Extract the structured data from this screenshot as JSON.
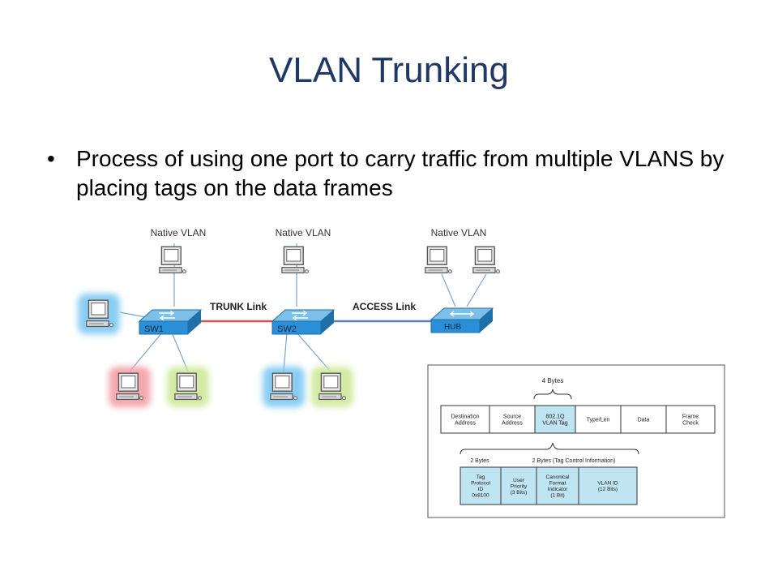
{
  "slide": {
    "title": "VLAN Trunking",
    "bullet": "Process of using one port to carry traffic from multiple VLANS by placing tags on the data frames"
  },
  "topology": {
    "native_labels": [
      "Native VLAN",
      "Native VLAN",
      "Native VLAN"
    ],
    "switch1": "SW1",
    "switch2": "SW2",
    "hub": "HUB",
    "trunk_link": "TRUNK Link",
    "access_link": "ACCESS Link",
    "colors": {
      "blue_glow": "#7ec8f2",
      "red_glow": "#f2a0a6",
      "green_glow": "#cfe89a",
      "trunk": "#d9534f",
      "access": "#5a7fbf",
      "switch": "#2a8fd6"
    }
  },
  "frame": {
    "top_bracket": "4 Bytes",
    "fields": [
      "Destination\nAddress",
      "Source\nAddress",
      "802.1Q\nVLAN Tag",
      "Type/Len",
      "Data",
      "Frame\nCheck"
    ],
    "sub_bracket_left": "2 Bytes",
    "sub_bracket_right": "2 Bytes (Tag Control Information)",
    "tag_fields": [
      "Tag\nProtocol\nID\n0x8100",
      "User\nPriority\n(3 Bits)",
      "Canonical\nFormat\nIndicator\n(1 Bit)",
      "VLAN ID\n(12 Bits)"
    ],
    "highlight": "#bfe4f2"
  }
}
